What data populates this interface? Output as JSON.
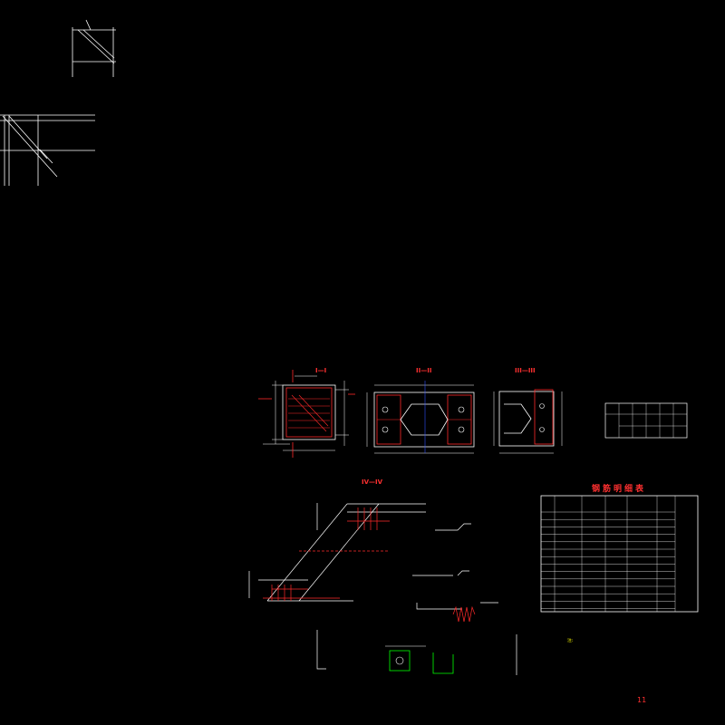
{
  "drawing": {
    "sheet_title": "",
    "sheet_number": "11",
    "section_labels": [
      "I—I",
      "II—II",
      "III—III",
      "IV—IV"
    ],
    "anchor_table_title": "",
    "rebar_table_title": "钢筋明细表",
    "note_heading": "注:",
    "notes": [
      "",
      ""
    ]
  },
  "colors": {
    "background": "#000000",
    "line": "#ffffff",
    "red": "#ff2a2a",
    "yellow": "#ffff00",
    "green": "#00ff00",
    "blue": "#3050ff",
    "magenta": "#ff40ff"
  }
}
